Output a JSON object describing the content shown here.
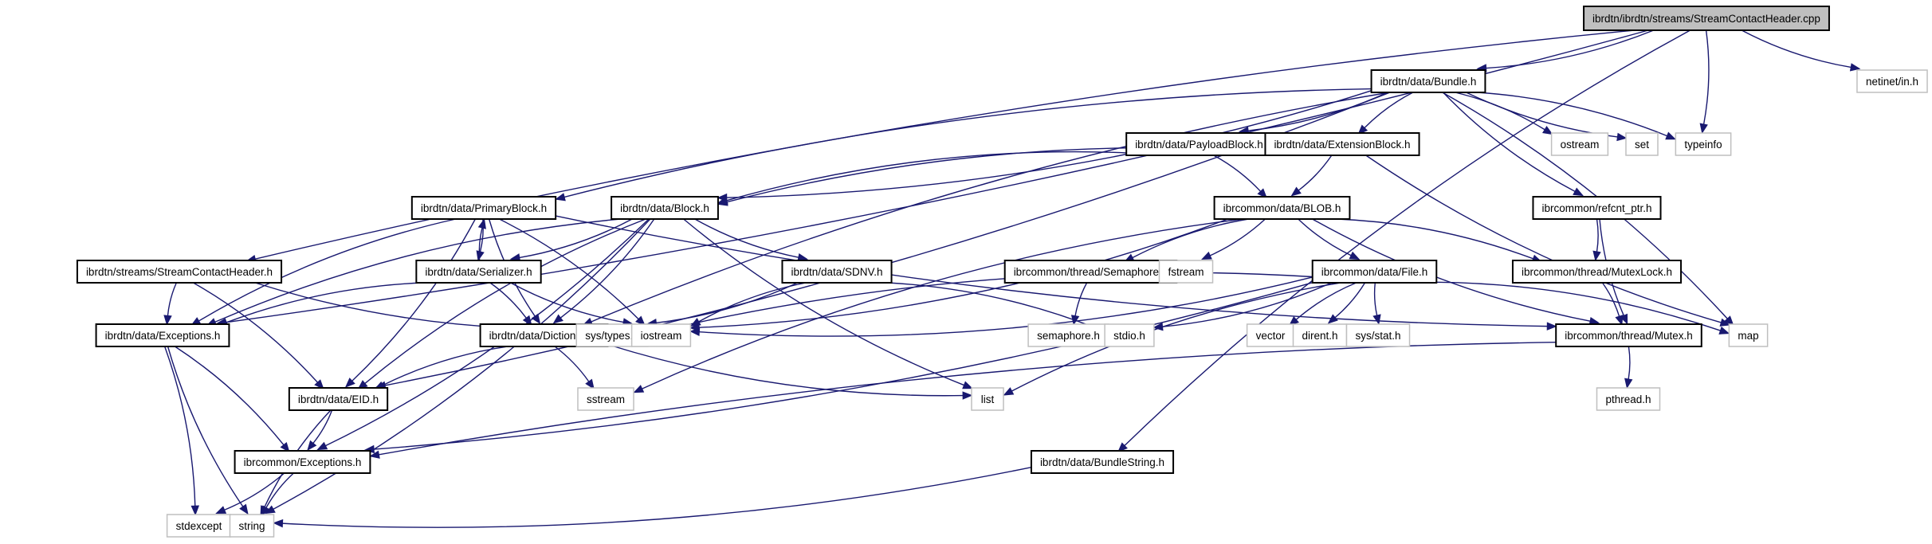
{
  "diagram": {
    "type": "include-dependency-graph",
    "root": "ibrdtn/ibrdtn/streams/StreamContactHeader.cpp",
    "colors": {
      "edge": "#191970",
      "root_fill": "#bfbfbf",
      "project_border": "#000000",
      "system_border": "#bfbfbf"
    },
    "nodes": [
      {
        "id": "root",
        "label": "ibrdtn/ibrdtn/streams/StreamContactHeader.cpp",
        "kind": "root"
      },
      {
        "id": "bundle",
        "label": "ibrdtn/data/Bundle.h",
        "kind": "project"
      },
      {
        "id": "netinet",
        "label": "netinet/in.h",
        "kind": "system"
      },
      {
        "id": "payload",
        "label": "ibrdtn/data/PayloadBlock.h",
        "kind": "project"
      },
      {
        "id": "extension",
        "label": "ibrdtn/data/ExtensionBlock.h",
        "kind": "project"
      },
      {
        "id": "ostream",
        "label": "ostream",
        "kind": "system"
      },
      {
        "id": "set",
        "label": "set",
        "kind": "system"
      },
      {
        "id": "typeinfo",
        "label": "typeinfo",
        "kind": "system"
      },
      {
        "id": "primary",
        "label": "ibrdtn/data/PrimaryBlock.h",
        "kind": "project"
      },
      {
        "id": "block",
        "label": "ibrdtn/data/Block.h",
        "kind": "project"
      },
      {
        "id": "blob",
        "label": "ibrcommon/data/BLOB.h",
        "kind": "project"
      },
      {
        "id": "refcnt",
        "label": "ibrcommon/refcnt_ptr.h",
        "kind": "project"
      },
      {
        "id": "sch",
        "label": "ibrdtn/streams/StreamContactHeader.h",
        "kind": "project"
      },
      {
        "id": "serializer",
        "label": "ibrdtn/data/Serializer.h",
        "kind": "project"
      },
      {
        "id": "sdnv",
        "label": "ibrdtn/data/SDNV.h",
        "kind": "project"
      },
      {
        "id": "semaphore",
        "label": "ibrcommon/thread/Semaphore.h",
        "kind": "project"
      },
      {
        "id": "fstream",
        "label": "fstream",
        "kind": "system"
      },
      {
        "id": "file",
        "label": "ibrcommon/data/File.h",
        "kind": "project"
      },
      {
        "id": "mutexlock",
        "label": "ibrcommon/thread/MutexLock.h",
        "kind": "project"
      },
      {
        "id": "exceptions",
        "label": "ibrdtn/data/Exceptions.h",
        "kind": "project"
      },
      {
        "id": "dictionary",
        "label": "ibrdtn/data/Dictionary.h",
        "kind": "project"
      },
      {
        "id": "systypes",
        "label": "sys/types.h",
        "kind": "system"
      },
      {
        "id": "iostream",
        "label": "iostream",
        "kind": "system"
      },
      {
        "id": "semaphoreh",
        "label": "semaphore.h",
        "kind": "system"
      },
      {
        "id": "stdio",
        "label": "stdio.h",
        "kind": "system"
      },
      {
        "id": "vector",
        "label": "vector",
        "kind": "system"
      },
      {
        "id": "dirent",
        "label": "dirent.h",
        "kind": "system"
      },
      {
        "id": "sysstat",
        "label": "sys/stat.h",
        "kind": "system"
      },
      {
        "id": "mutex",
        "label": "ibrcommon/thread/Mutex.h",
        "kind": "project"
      },
      {
        "id": "map",
        "label": "map",
        "kind": "system"
      },
      {
        "id": "eid",
        "label": "ibrdtn/data/EID.h",
        "kind": "project"
      },
      {
        "id": "sstream",
        "label": "sstream",
        "kind": "system"
      },
      {
        "id": "list",
        "label": "list",
        "kind": "system"
      },
      {
        "id": "pthread",
        "label": "pthread.h",
        "kind": "system"
      },
      {
        "id": "ibrexceptions",
        "label": "ibrcommon/Exceptions.h",
        "kind": "project"
      },
      {
        "id": "bundlestring",
        "label": "ibrdtn/data/BundleString.h",
        "kind": "project"
      },
      {
        "id": "stdexcept",
        "label": "stdexcept",
        "kind": "system"
      },
      {
        "id": "string",
        "label": "string",
        "kind": "system"
      }
    ],
    "edges": [
      [
        "root",
        "bundle"
      ],
      [
        "root",
        "netinet"
      ],
      [
        "root",
        "typeinfo"
      ],
      [
        "root",
        "sch"
      ],
      [
        "root",
        "exceptions"
      ],
      [
        "root",
        "bundlestring"
      ],
      [
        "bundle",
        "payload"
      ],
      [
        "bundle",
        "extension"
      ],
      [
        "bundle",
        "ostream"
      ],
      [
        "bundle",
        "set"
      ],
      [
        "bundle",
        "typeinfo"
      ],
      [
        "bundle",
        "primary"
      ],
      [
        "bundle",
        "block"
      ],
      [
        "bundle",
        "refcnt"
      ],
      [
        "bundle",
        "map"
      ],
      [
        "bundle",
        "dictionary"
      ],
      [
        "bundle",
        "eid"
      ],
      [
        "payload",
        "block"
      ],
      [
        "payload",
        "blob"
      ],
      [
        "extension",
        "block"
      ],
      [
        "extension",
        "blob"
      ],
      [
        "extension",
        "map"
      ],
      [
        "primary",
        "serializer"
      ],
      [
        "primary",
        "dictionary"
      ],
      [
        "primary",
        "eid"
      ],
      [
        "primary",
        "exceptions"
      ],
      [
        "primary",
        "iostream"
      ],
      [
        "primary",
        "mutex"
      ],
      [
        "block",
        "serializer"
      ],
      [
        "block",
        "sdnv"
      ],
      [
        "block",
        "dictionary"
      ],
      [
        "block",
        "eid"
      ],
      [
        "block",
        "ibrexceptions"
      ],
      [
        "block",
        "list"
      ],
      [
        "block",
        "string"
      ],
      [
        "block",
        "exceptions"
      ],
      [
        "serializer",
        "primary"
      ],
      [
        "serializer",
        "exceptions"
      ],
      [
        "serializer",
        "dictionary"
      ],
      [
        "serializer",
        "iostream"
      ],
      [
        "sdnv",
        "systypes"
      ],
      [
        "sdnv",
        "iostream"
      ],
      [
        "sdnv",
        "stdio"
      ],
      [
        "blob",
        "semaphore"
      ],
      [
        "blob",
        "fstream"
      ],
      [
        "blob",
        "file"
      ],
      [
        "blob",
        "mutexlock"
      ],
      [
        "blob",
        "mutex"
      ],
      [
        "blob",
        "iostream"
      ],
      [
        "blob",
        "sstream"
      ],
      [
        "refcnt",
        "mutexlock"
      ],
      [
        "refcnt",
        "mutex"
      ],
      [
        "mutexlock",
        "mutex"
      ],
      [
        "semaphore",
        "semaphoreh"
      ],
      [
        "file",
        "iostream"
      ],
      [
        "file",
        "systypes"
      ],
      [
        "file",
        "stdio"
      ],
      [
        "file",
        "vector"
      ],
      [
        "file",
        "dirent"
      ],
      [
        "file",
        "sysstat"
      ],
      [
        "file",
        "map"
      ],
      [
        "file",
        "list"
      ],
      [
        "file",
        "ibrexceptions"
      ],
      [
        "sch",
        "exceptions"
      ],
      [
        "sch",
        "eid"
      ],
      [
        "sch",
        "systypes"
      ],
      [
        "exceptions",
        "stdexcept"
      ],
      [
        "exceptions",
        "string"
      ],
      [
        "exceptions",
        "ibrexceptions"
      ],
      [
        "dictionary",
        "eid"
      ],
      [
        "dictionary",
        "sstream"
      ],
      [
        "dictionary",
        "list"
      ],
      [
        "eid",
        "ibrexceptions"
      ],
      [
        "eid",
        "string"
      ],
      [
        "mutex",
        "pthread"
      ],
      [
        "mutex",
        "ibrexceptions"
      ],
      [
        "ibrexceptions",
        "stdexcept"
      ],
      [
        "ibrexceptions",
        "string"
      ],
      [
        "bundlestring",
        "string"
      ]
    ]
  }
}
